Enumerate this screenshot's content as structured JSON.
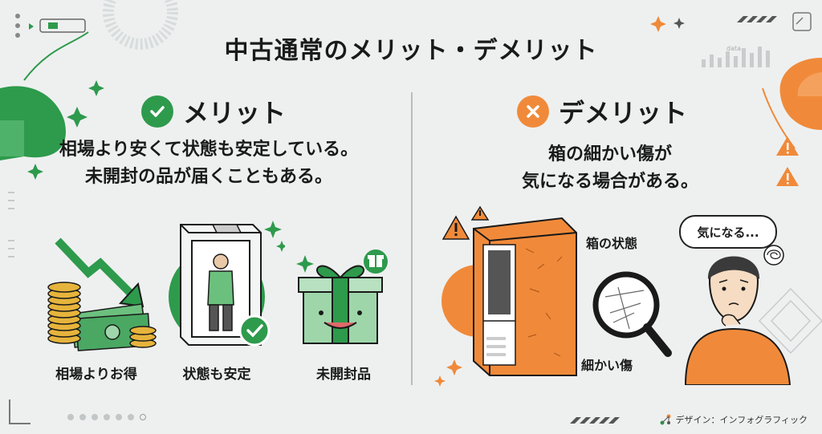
{
  "title": "中古通常のメリット・デメリット",
  "merit": {
    "heading": "メリット",
    "desc_line1": "相場より安くて状態も安定している。",
    "desc_line2": "未開封の品が届くこともある。",
    "items": [
      {
        "label": "相場よりお得",
        "icon": "coins-cash-down-arrow-icon"
      },
      {
        "label": "状態も安定",
        "icon": "person-in-box-check-icon"
      },
      {
        "label": "未開封品",
        "icon": "gift-box-icon"
      }
    ]
  },
  "demerit": {
    "heading": "デメリット",
    "desc_line1": "箱の細かい傷が",
    "desc_line2": "気になる場合がある。",
    "box_label": "箱の状態",
    "scratch_label": "細かい傷",
    "bubble": "気になる..."
  },
  "decor": {
    "data_text": "data"
  },
  "credit": "デザイン：インフォグラフィック",
  "colors": {
    "green": "#2e9a4c",
    "orange": "#f08a3a",
    "dark": "#1a1a1a"
  }
}
